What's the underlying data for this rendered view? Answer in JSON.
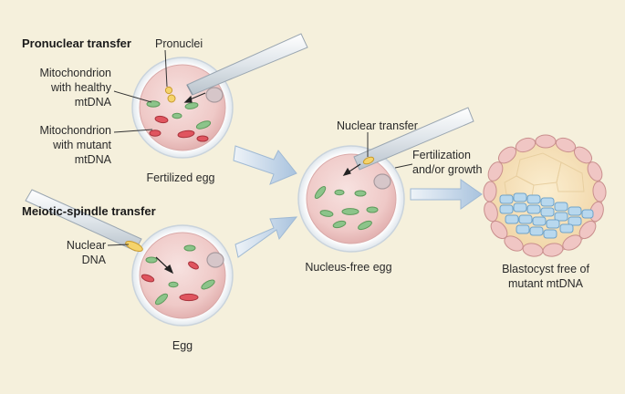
{
  "sections": {
    "pronuclear": "Pronuclear transfer",
    "spindle": "Meiotic-spindle transfer"
  },
  "labels": {
    "pronuclei": "Pronuclei",
    "mito_healthy": [
      "Mitochondrion",
      "with healthy",
      "mtDNA"
    ],
    "mito_mutant": [
      "Mitochondrion",
      "with mutant",
      "mtDNA"
    ],
    "fertilized_egg": "Fertilized egg",
    "nuclear_dna": [
      "Nuclear",
      "DNA"
    ],
    "egg": "Egg",
    "nuclear_transfer": "Nuclear transfer",
    "fertilization": [
      "Fertilization",
      "and/or growth"
    ],
    "nucleus_free_egg": "Nucleus-free egg",
    "blastocyst": [
      "Blastocyst free of",
      "mutant mtDNA"
    ]
  },
  "colors": {
    "background": "#f5f0dc",
    "healthy_mito": "#8cc48a",
    "mutant_mito": "#e0555f",
    "arrow": "#a9c3de",
    "cell_fill": "#f2d4d2",
    "inner_cell_mass": "#b8d8ee"
  }
}
